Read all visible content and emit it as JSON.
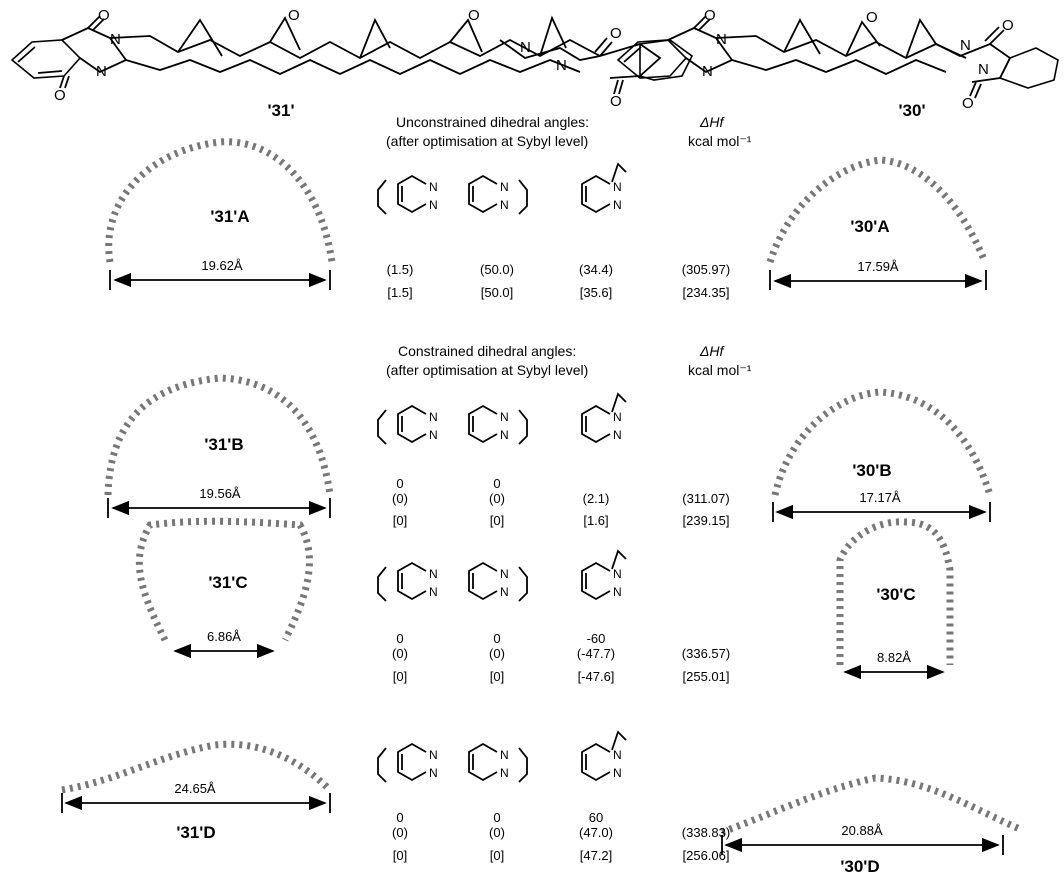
{
  "compounds": {
    "left": "'31'",
    "right": "'30'"
  },
  "headers": {
    "unconstrained": {
      "line1": "Unconstrained dihedral angles:",
      "line2": "(after optimisation at Sybyl level)",
      "dh_line1": "ΔHf",
      "dh_line2": "kcal mol⁻¹"
    },
    "constrained": {
      "line1": "Constrained dihedral angles:",
      "line2": "(after optimisation at Sybyl level)",
      "dh_line1": "ΔHf",
      "dh_line2": "kcal mol⁻¹"
    }
  },
  "conformers": [
    {
      "id": "A",
      "left_label": "'31'A",
      "right_label": "'30'A",
      "left_distance": "19.62Å",
      "right_distance": "17.59Å",
      "angles": [
        "",
        "",
        ""
      ],
      "paren": [
        "(1.5)",
        "(50.0)",
        "(34.4)",
        "(305.97)"
      ],
      "bracket": [
        "[1.5]",
        "[50.0]",
        "[35.6]",
        "[234.35]"
      ]
    },
    {
      "id": "B",
      "left_label": "'31'B",
      "right_label": "'30'B",
      "left_distance": "19.56Å",
      "right_distance": "17.17Å",
      "angles": [
        "0",
        "0",
        ""
      ],
      "paren": [
        "(0)",
        "(0)",
        "(2.1)",
        "(311.07)"
      ],
      "bracket": [
        "[0]",
        "[0]",
        "[1.6]",
        "[239.15]"
      ]
    },
    {
      "id": "C",
      "left_label": "'31'C",
      "right_label": "'30'C",
      "left_distance": "6.86Å",
      "right_distance": "8.82Å",
      "angles": [
        "0",
        "0",
        "-60"
      ],
      "paren": [
        "(0)",
        "(0)",
        "(-47.7)",
        "(336.57)"
      ],
      "bracket": [
        "[0]",
        "[0]",
        "[-47.6]",
        "[255.01]"
      ]
    },
    {
      "id": "D",
      "left_label": "'31'D",
      "right_label": "'30'D",
      "left_distance": "24.65Å",
      "right_distance": "20.88Å",
      "angles": [
        "0",
        "0",
        "60"
      ],
      "paren": [
        "(0)",
        "(0)",
        "(47.0)",
        "(338.83)"
      ],
      "bracket": [
        "[0]",
        "[0]",
        "[47.2]",
        "[256.06]"
      ]
    }
  ]
}
